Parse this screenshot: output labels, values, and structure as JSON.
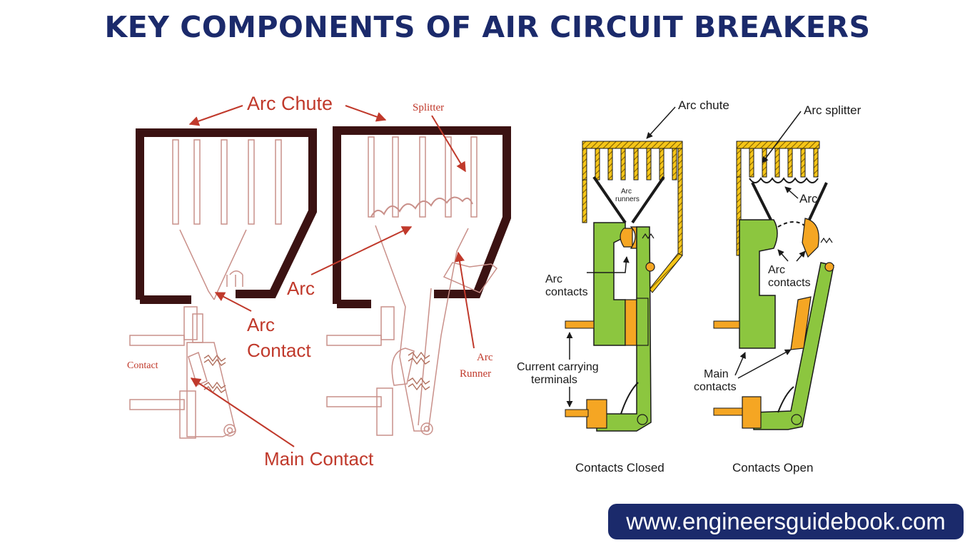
{
  "title": "KEY COMPONENTS OF AIR CIRCUIT BREAKERS",
  "left_diagram": {
    "arc_chute": "Arc Chute",
    "splitter": "Splitter",
    "arc": "Arc",
    "arc_contact_line1": "Arc",
    "arc_contact_line2": "Contact",
    "contact": "Contact",
    "arc_runner_line1": "Arc",
    "arc_runner_line2": "Runner",
    "main_contact": "Main Contact"
  },
  "right_diagram": {
    "arc_chute": "Arc chute",
    "arc_splitter": "Arc splitter",
    "arc_runners_line1": "Arc",
    "arc_runners_line2": "runners",
    "arc": "Arc",
    "arc_contacts_left_line1": "Arc",
    "arc_contacts_left_line2": "contacts",
    "arc_contacts_right_line1": "Arc",
    "arc_contacts_right_line2": "contacts",
    "terminals_line1": "Current carrying",
    "terminals_line2": "terminals",
    "main_contacts_line1": "Main",
    "main_contacts_line2": "contacts",
    "caption_closed": "Contacts Closed",
    "caption_open": "Contacts Open"
  },
  "website": "www.engineersguidebook.com",
  "colors": {
    "title": "#1b2a6b",
    "chute_frame": "#3b1212",
    "label_red": "#c0392b",
    "contact_green": "#8cc63f",
    "contact_orange": "#f5a623",
    "badge": "#1b2a6b"
  }
}
